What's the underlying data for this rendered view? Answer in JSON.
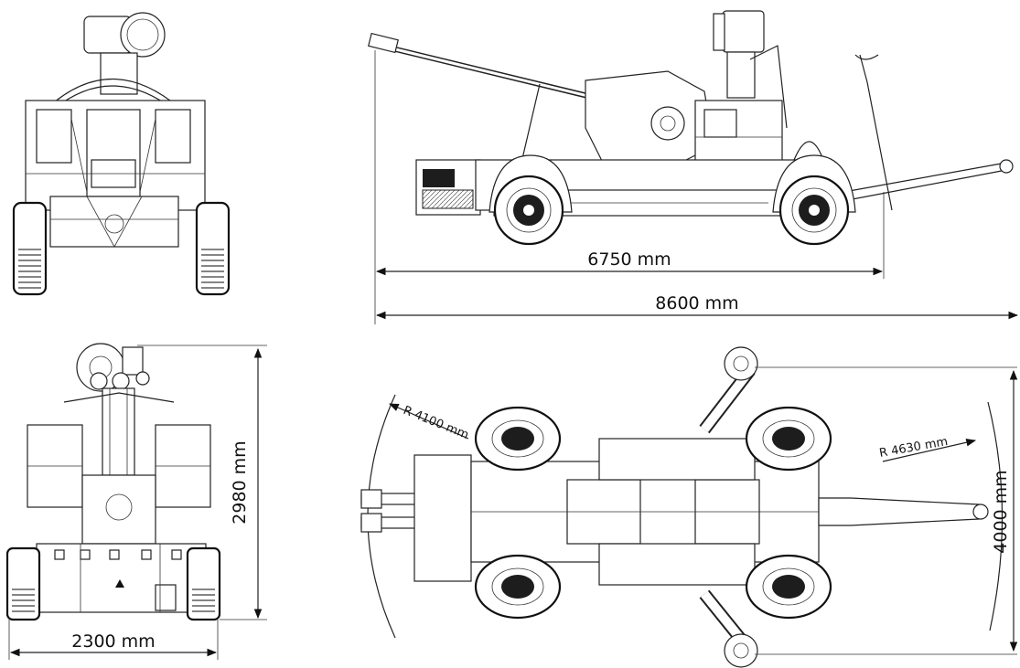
{
  "dimensions": {
    "wheelbase_length": "6750 mm",
    "overall_length": "8600 mm",
    "height": "2980 mm",
    "width": "2300 mm",
    "turning_radius_rear": "R 4100 mm",
    "turning_radius_front": "R 4630 mm",
    "turning_width": "4000 mm"
  },
  "views": [
    "front-view",
    "side-view",
    "rear-view",
    "top-view"
  ]
}
